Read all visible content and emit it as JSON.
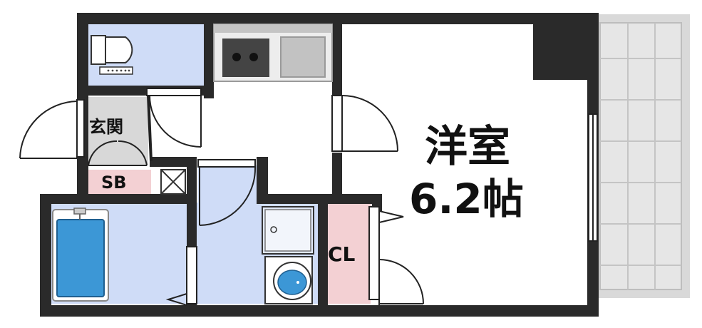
{
  "rooms": {
    "western_room": {
      "name": "洋室",
      "size": "6.2帖"
    },
    "entrance": "玄関",
    "shoe_box": "SB",
    "closet": "CL"
  },
  "colors": {
    "wall": "#2a2a2a",
    "wet_area": "#cfdcf7",
    "closet_fill": "#f3d0d3",
    "balcony_fill": "#d9d9d9",
    "balcony_grid": "#b8b8b8",
    "bathtub": "#3c97d6",
    "kitchen_counter": "#d7d7d7"
  },
  "icons": [
    "toilet-icon",
    "stove-icon",
    "sink-icon",
    "bathtub-icon",
    "washbasin-icon",
    "washing-machine-icon",
    "pipe-space-icon"
  ]
}
